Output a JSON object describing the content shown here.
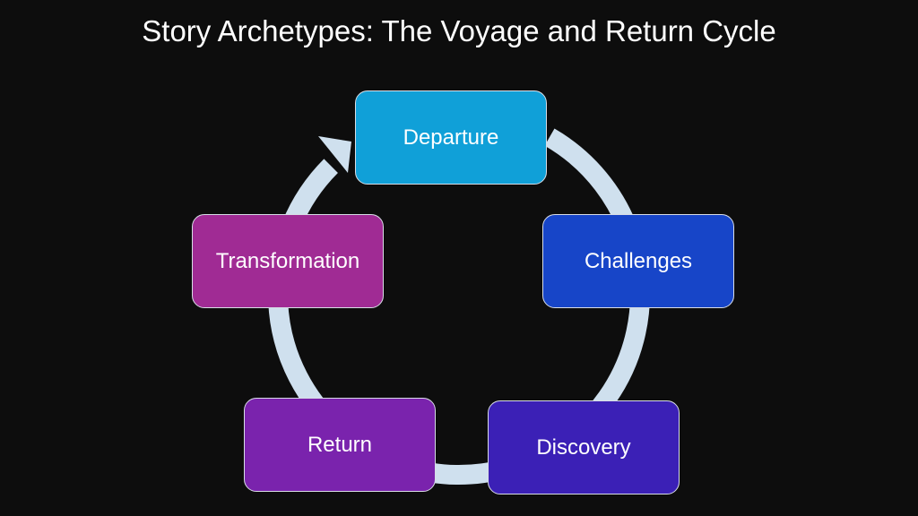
{
  "title": "Story Archetypes: The Voyage and Return Cycle",
  "stages": [
    {
      "label": "Departure",
      "color": "#10a0d8"
    },
    {
      "label": "Challenges",
      "color": "#1745c8"
    },
    {
      "label": "Discovery",
      "color": "#3b20b6"
    },
    {
      "label": "Return",
      "color": "#7a23ad"
    },
    {
      "label": "Transformation",
      "color": "#a02b94"
    }
  ],
  "ring_color": "#cfe0ee"
}
